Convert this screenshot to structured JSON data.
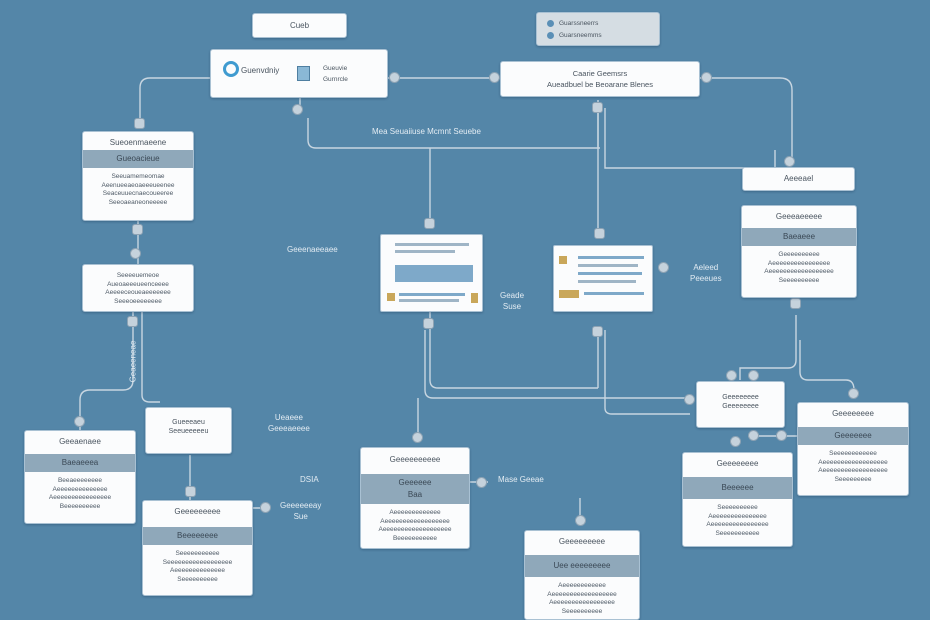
{
  "colors": {
    "background": "#5486a8",
    "card": "#fbfcfd",
    "band": "#8fa8ba",
    "connector": "#c8d6e1"
  },
  "top_pill": "Cueb",
  "legend": {
    "row1": "Guarssneerrs",
    "row2": "Guarsneemms"
  },
  "header_card": {
    "title": "Guenvdniy",
    "sub1": "Gueuvie",
    "sub2": "Gurnrcle"
  },
  "right_header": {
    "line1": "Caarie Geemsrs",
    "line2": "Aueadbuel be Beoarane Blenes"
  },
  "conn_label": "Mea Seuaiiuse Mcmnt Seuebe",
  "left_cards": {
    "a": {
      "title": "Sueoenmaeene",
      "band": "Gueoacieue",
      "lines": [
        "Seeuamemeomae",
        "Aeenueeaeoaeeeueenee",
        "Seaceuuecnaecoueeree",
        "Seeoaeaneoneeeee"
      ]
    },
    "b": {
      "lines": [
        "Seeeeuemeoe",
        "Aueoaeeeueenceeee",
        "Aeeeeceoueaeeeeeee",
        "Seeeoeeeeeeee"
      ]
    },
    "c": {
      "title": "Geeaenaee",
      "band": "Baeaeeea",
      "lines": [
        "Beeaeeeeeeee",
        "Aeeeeeeeeeeeeee",
        "Aeeeeeeeeeeeeeeee",
        "Beeeeeeeeee"
      ]
    },
    "d": {
      "line1": "Gueeeaeu",
      "line2": "Seeueeeeeu"
    },
    "e": {
      "title": "Geeeeeeeee",
      "band": "Beeeeeeee",
      "lines": [
        "Seeeeeeeeeee",
        "Seeeeeeeeeeeeeeeeee",
        "Aeeeeeeeeeeeeee",
        "Seeeeeeeeee"
      ]
    }
  },
  "labels": {
    "gene": "Geeenaeeaee",
    "vert": "Geaeeneae",
    "mid1": "Ueaeee",
    "mid2": "Geeeaeeee",
    "dsa": "DSIA",
    "gfl1": "Geeeeeeay",
    "gfl2": "Sue",
    "cadie1": "Geade",
    "cadie2": "Suse",
    "ask1": "Aeleed",
    "ask2": "Peeeues",
    "mae": "Mase Geeae"
  },
  "right_cards": {
    "head": "Aeeeael",
    "main": {
      "title": "Geeeaeeeee",
      "band": "Baeaeee",
      "lines": [
        "Geeeeeeeeee",
        "Aeeeeeeeeeeeeeeee",
        "Aeeeeeeeeeeeeeeeeee",
        "Seeeeeeeeee"
      ]
    },
    "small": {
      "line1": "Geeeeeeee",
      "line2": "Geeeeeeee"
    },
    "r2": {
      "title": "Geeeeeeee",
      "band": "Geeeeeee",
      "lines": [
        "Seeeeeeeeeeee",
        "Aeeeeeeeeeeeeeeeeee",
        "Aeeeeeeeeeeeeeeeeee",
        "Seeeeeeeee"
      ]
    },
    "r3": {
      "title": "Geeeeeeee",
      "band": "Beeeeee",
      "lines": [
        "Seeeeeeeeee",
        "Aeeeeeeeeeeeeeee",
        "Aeeeeeeeeeeeeeeee",
        "Seeeeeeeeeee"
      ]
    }
  },
  "center_cards": {
    "c1": {
      "title": "Geeeeeeeeee",
      "band": "Geeeeee",
      "band2": "Baa",
      "lines": [
        "Aeeeeeeeeeeeee",
        "Aeeeeeeeeeeeeeeeeee",
        "Aeeeeeeeeeeeeeeeeeee",
        "Beeeeeeeeeee"
      ]
    },
    "c2": {
      "title": "Geeeeeeeee",
      "band": "Uee eeeeeeeee",
      "lines": [
        "Aeeeeeeeeeeee",
        "Aeeeeeeeeeeeeeeeeee",
        "Aeeeeeeeeeeeeeeeee",
        "Seeeeeeeeee"
      ]
    }
  }
}
